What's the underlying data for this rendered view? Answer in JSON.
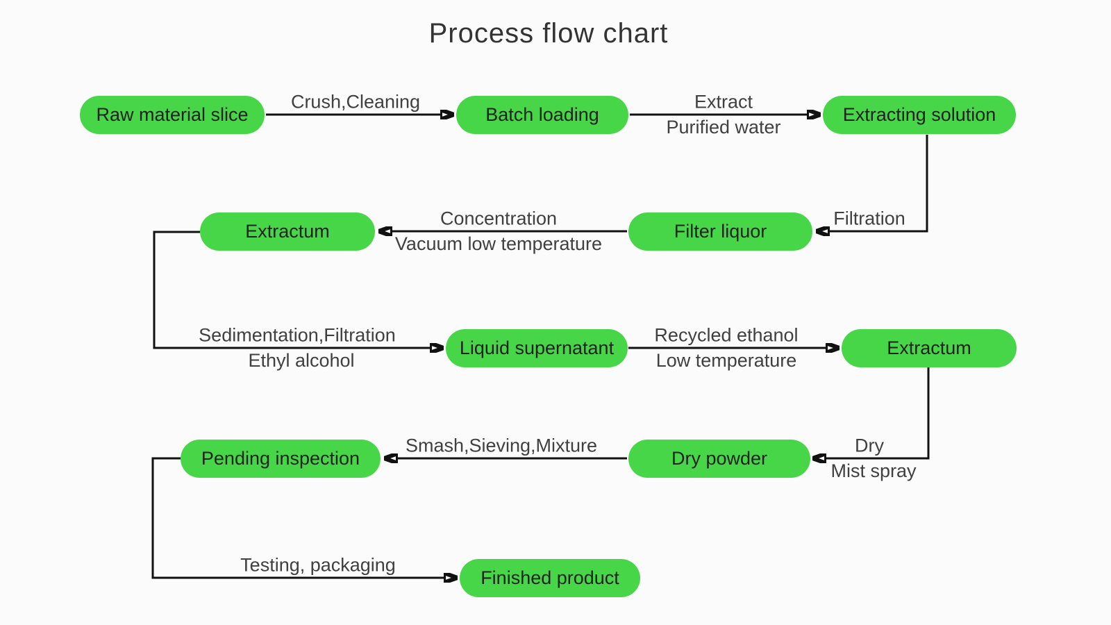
{
  "title": "Process flow chart",
  "colors": {
    "background": "#fbfbfb",
    "node_fill": "#47d647",
    "node_text": "#222222",
    "label_text": "#404040",
    "line": "#111111"
  },
  "nodes": [
    {
      "id": "raw-material-slice",
      "label": "Raw material slice"
    },
    {
      "id": "batch-loading",
      "label": "Batch loading"
    },
    {
      "id": "extracting-solution",
      "label": "Extracting solution"
    },
    {
      "id": "filter-liquor",
      "label": "Filter liquor"
    },
    {
      "id": "extractum-1",
      "label": "Extractum"
    },
    {
      "id": "liquid-supernatant",
      "label": "Liquid supernatant"
    },
    {
      "id": "extractum-2",
      "label": "Extractum"
    },
    {
      "id": "dry-powder",
      "label": "Dry powder"
    },
    {
      "id": "pending-inspection",
      "label": "Pending inspection"
    },
    {
      "id": "finished-product",
      "label": "Finished product"
    }
  ],
  "edges": [
    {
      "from": "raw-material-slice",
      "to": "batch-loading",
      "labels": [
        "Crush,Cleaning"
      ]
    },
    {
      "from": "batch-loading",
      "to": "extracting-solution",
      "labels": [
        "Extract",
        "Purified water"
      ]
    },
    {
      "from": "extracting-solution",
      "to": "filter-liquor",
      "labels": [
        "Filtration"
      ]
    },
    {
      "from": "filter-liquor",
      "to": "extractum-1",
      "labels": [
        "Concentration",
        "Vacuum low temperature"
      ]
    },
    {
      "from": "extractum-1",
      "to": "liquid-supernatant",
      "labels": [
        "Sedimentation,Filtration",
        "Ethyl alcohol"
      ]
    },
    {
      "from": "liquid-supernatant",
      "to": "extractum-2",
      "labels": [
        "Recycled ethanol",
        "Low temperature"
      ]
    },
    {
      "from": "extractum-2",
      "to": "dry-powder",
      "labels": [
        "Dry",
        "Mist spray"
      ]
    },
    {
      "from": "dry-powder",
      "to": "pending-inspection",
      "labels": [
        "Smash,Sieving,Mixture"
      ]
    },
    {
      "from": "pending-inspection",
      "to": "finished-product",
      "labels": [
        "Testing, packaging"
      ]
    }
  ]
}
